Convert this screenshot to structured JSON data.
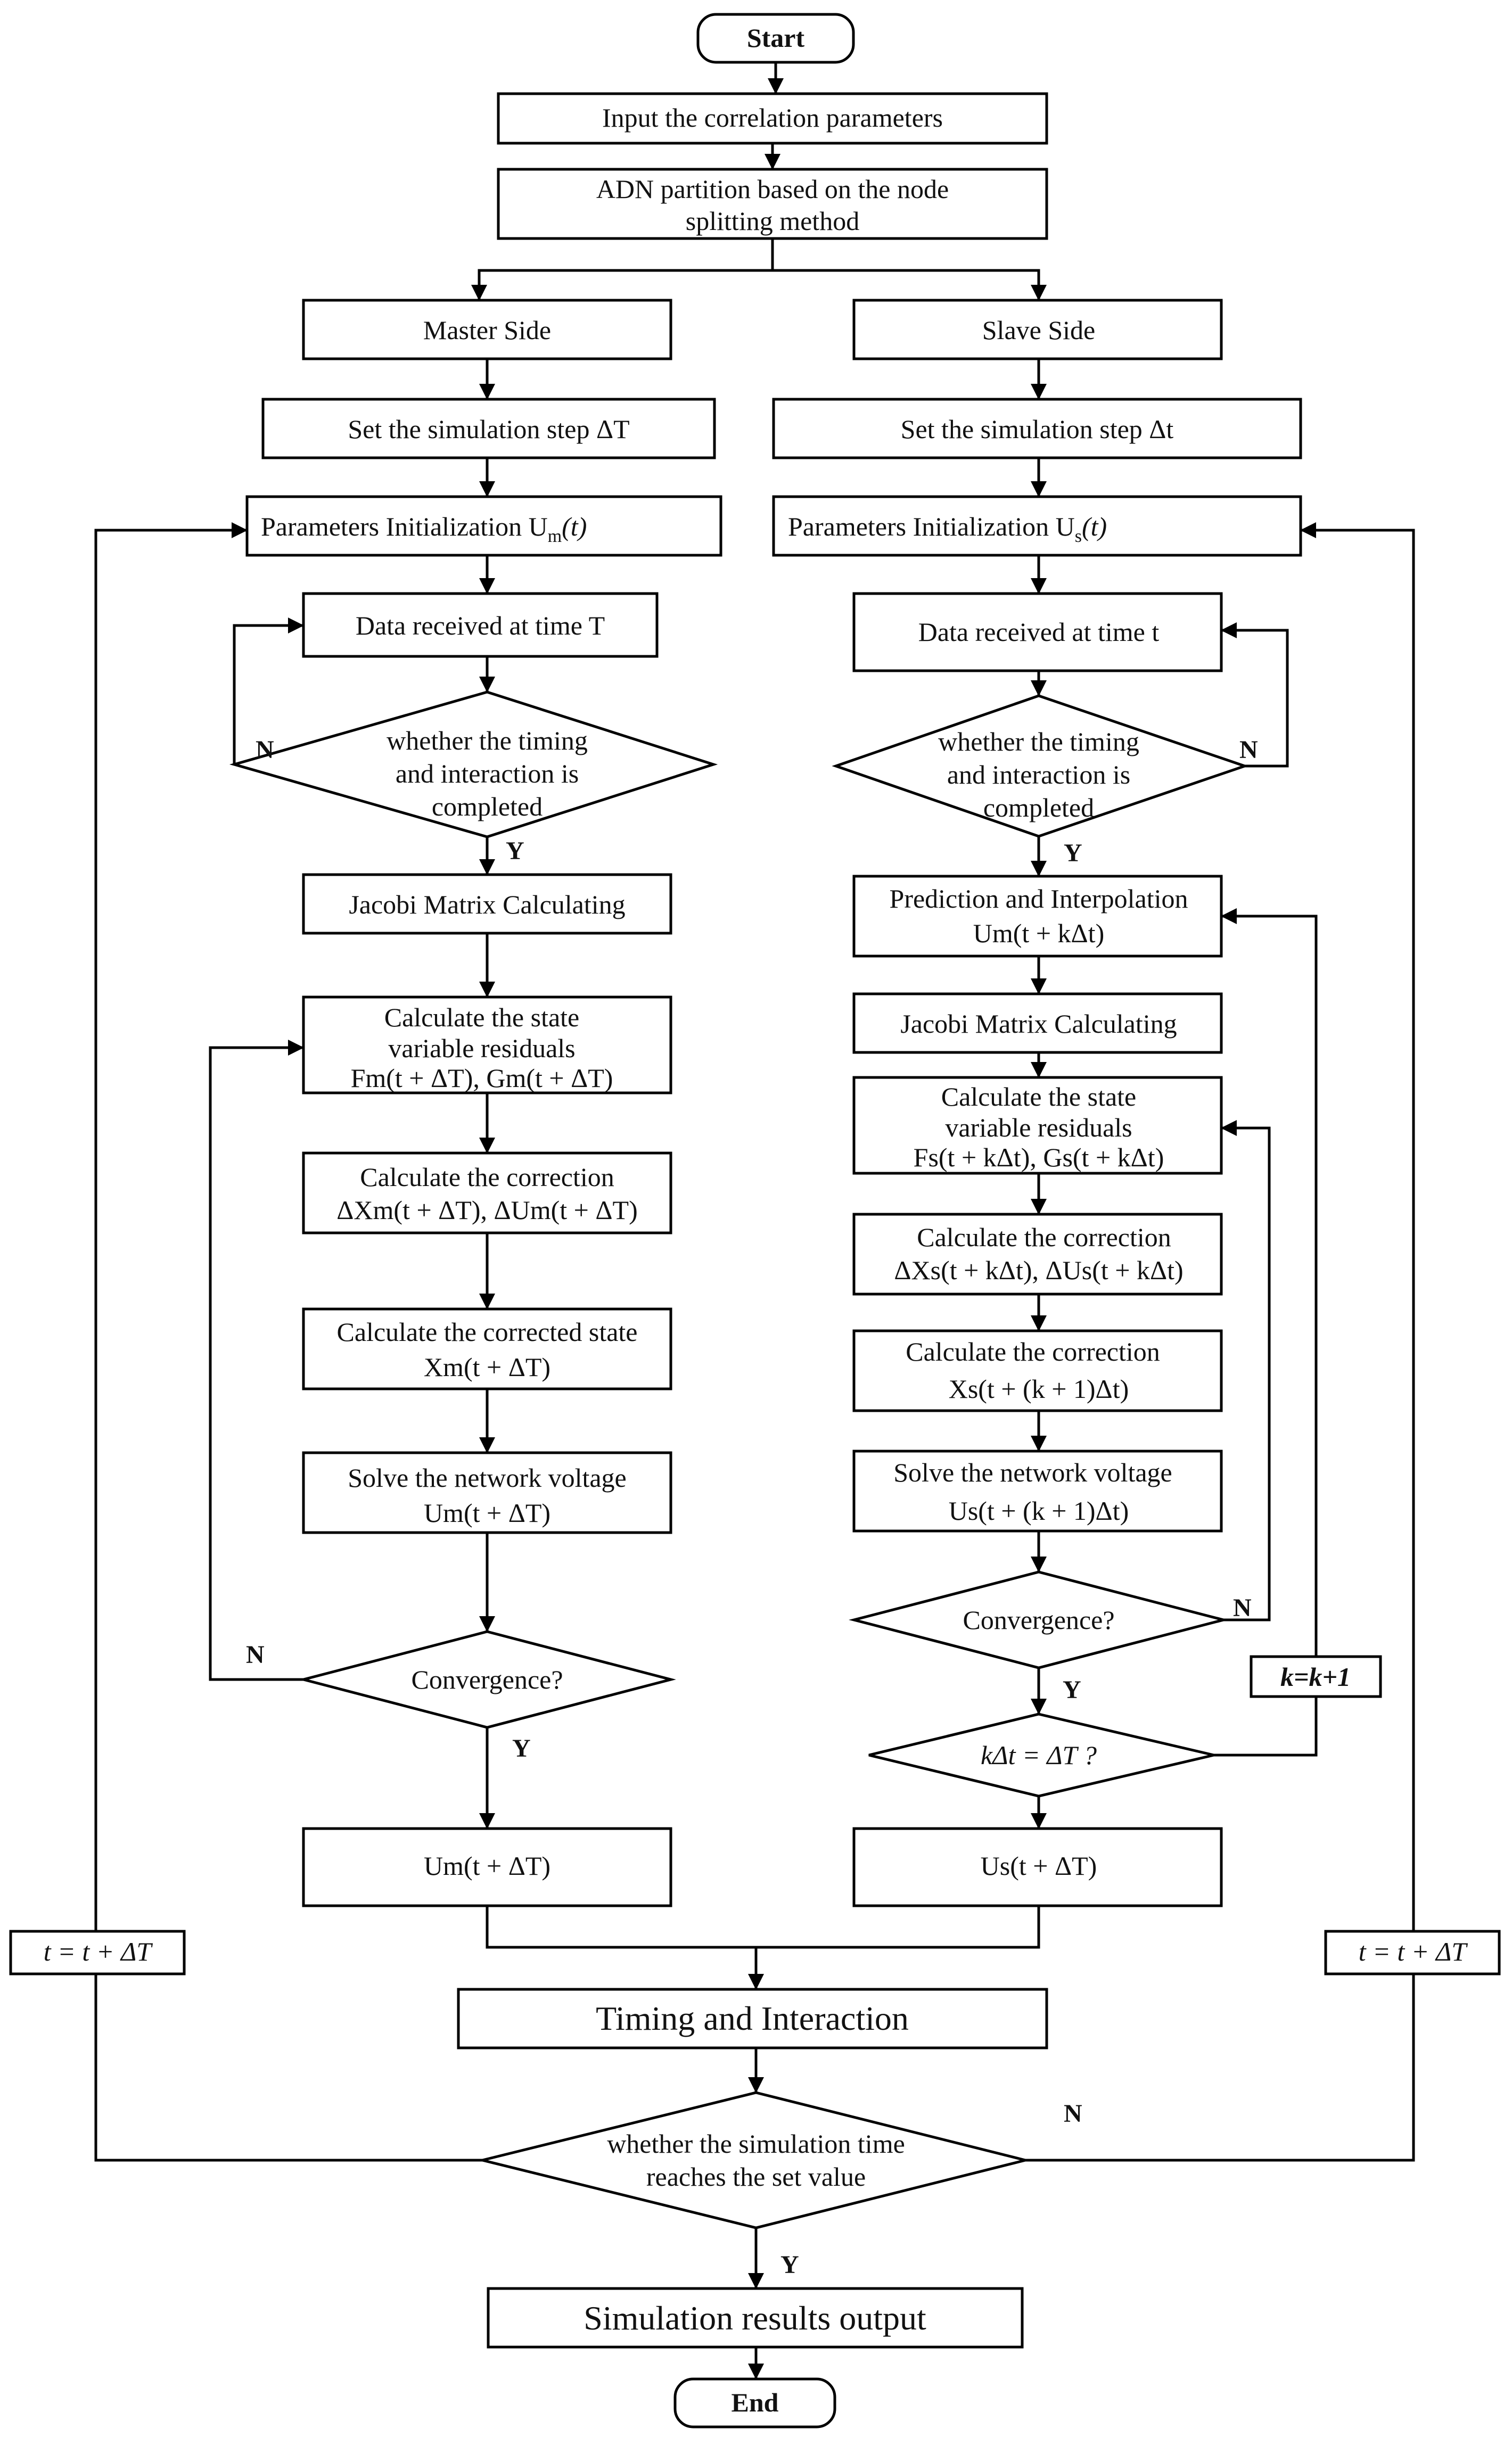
{
  "nodes": {
    "start": "Start",
    "input": "Input the correlation parameters",
    "partition": [
      "ADN partition based on the node",
      "splitting method"
    ],
    "master_side": "Master Side",
    "slave_side": "Slave Side",
    "m_step": "Set the simulation step ΔT",
    "s_step": "Set the simulation step   Δt",
    "m_init": "Parameters  Initialization    U",
    "m_init_sub": "m",
    "m_init_tail": "(t)",
    "s_init": "Parameters  Initialization  U",
    "s_init_sub": "s",
    "s_init_tail": "(t)",
    "m_data": "Data received at time T",
    "s_data": "Data received at time t",
    "m_whether": [
      "whether the timing",
      "and interaction is",
      "completed"
    ],
    "s_whether": [
      "whether the timing",
      "and interaction is",
      "completed"
    ],
    "m_jacobi": "Jacobi Matrix Calculating",
    "s_predict": [
      "Prediction and Interpolation",
      "Um(t + kΔt)"
    ],
    "s_jacobi": "Jacobi Matrix Calculating",
    "m_resid": [
      "Calculate the state",
      "variable residuals",
      "Fm(t + ΔT), Gm(t + ΔT)"
    ],
    "s_resid": [
      "Calculate the state",
      "variable residuals",
      "Fs(t + kΔt), Gs(t + kΔt)"
    ],
    "m_corr": [
      "Calculate the correction",
      "ΔXm(t + ΔT), ΔUm(t + ΔT)"
    ],
    "s_corr": [
      "Calculate the correction",
      "ΔXs(t + kΔt), ΔUs(t + kΔt)"
    ],
    "m_corrstate": [
      "Calculate the corrected state",
      "Xm(t + ΔT)"
    ],
    "s_corr2": [
      "Calculate the correction",
      "Xs(t + (k + 1)Δt)"
    ],
    "m_volt": [
      "Solve the network voltage",
      "Um(t + ΔT)"
    ],
    "s_volt": [
      "Solve the network voltage",
      "Us(t + (k + 1)Δt)"
    ],
    "m_conv": "Convergence?",
    "s_conv": "Convergence?",
    "s_kdt": "kΔt = ΔT ?",
    "k_inc": "k=k+1",
    "m_out": "Um(t + ΔT)",
    "s_out": "Us(t + ΔT)",
    "t_left": "t = t + ΔT",
    "t_right": "t = t + ΔT",
    "timing": "Timing and Interaction",
    "sim_time": [
      "whether the simulation time",
      "reaches the set value"
    ],
    "results": "Simulation results output",
    "end": "End"
  },
  "labels": {
    "yes": "Y",
    "no": "N"
  }
}
